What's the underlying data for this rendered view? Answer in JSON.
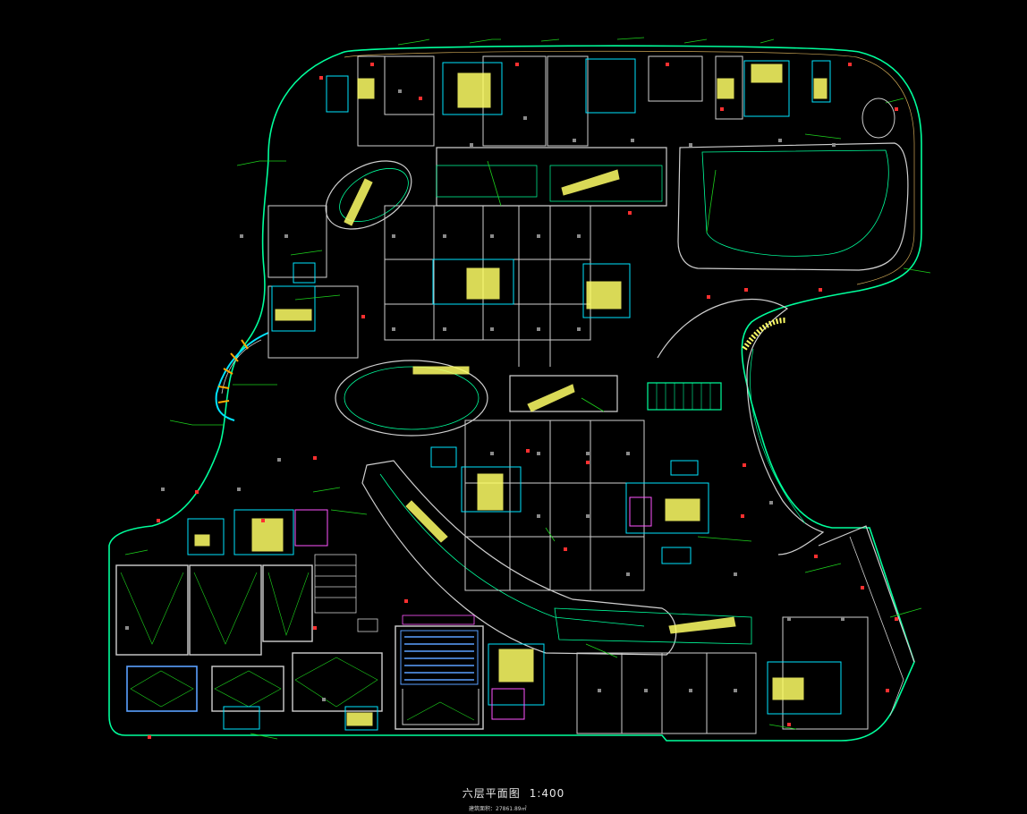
{
  "drawing": {
    "title": "六层平面图",
    "scale": "1:400",
    "area_note": "建筑面积：27861.89㎡"
  },
  "colors": {
    "background": "#000000",
    "outline": "#00ff9c",
    "walls": "#cfcfcf",
    "leaders": "#1dd11d",
    "escalators": "#ffff66",
    "stairs_cyan": "#00e5ff",
    "columns": "#9a9a9a",
    "red_markers": "#ff3030",
    "magenta": "#ff55ff",
    "blue_rooms": "#5aa0ff",
    "orange": "#ffaa00"
  }
}
